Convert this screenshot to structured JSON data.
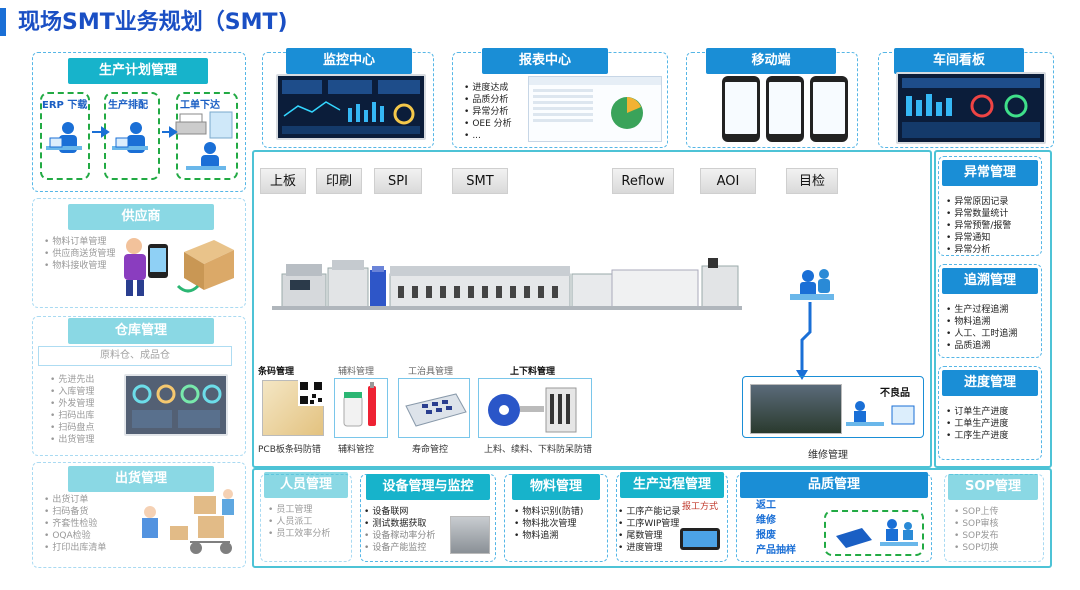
{
  "page": {
    "title": "现场SMT业务规划（SMT)"
  },
  "left_column": {
    "production_plan": {
      "header": "生产计划管理",
      "steps": [
        "ERP 下载",
        "生产排配",
        "工单下达"
      ]
    },
    "supplier": {
      "header": "供应商",
      "items": [
        "物料订单管理",
        "供应商送货管理",
        "物料接收管理"
      ]
    },
    "warehouse": {
      "header": "仓库管理",
      "subbox": "原料仓、成品仓",
      "items": [
        "先进先出",
        "入库管理",
        "外发管理",
        "扫码出库",
        "扫码盘点",
        "出货管理"
      ]
    },
    "shipping": {
      "header": "出货管理",
      "items": [
        "出货订单",
        "扫码备货",
        "齐套性检验",
        "OQA检验",
        "打印出库清单"
      ]
    }
  },
  "top_row": {
    "monitor": {
      "header": "监控中心"
    },
    "report": {
      "header": "报表中心",
      "items": [
        "进度达成",
        "品质分析",
        "异常分析",
        "OEE 分析",
        "..."
      ]
    },
    "mobile": {
      "header": "移动端"
    },
    "board": {
      "header": "车间看板"
    }
  },
  "line": {
    "stations": [
      "上板",
      "印刷",
      "SPI",
      "SMT",
      "Reflow",
      "AOI",
      "目检"
    ],
    "defect_label": "不良品",
    "repair_label": "维修管理"
  },
  "modules": {
    "barcode": {
      "title": "条码管理",
      "caption": "PCB板条码防错"
    },
    "auxiliary": {
      "title": "辅料管理",
      "caption": "辅料管控"
    },
    "fixture": {
      "title": "工治具管理",
      "caption": "寿命管控"
    },
    "loading": {
      "title": "上下料管理",
      "caption": "上料、续料、下料防呆防错"
    }
  },
  "right_column": {
    "exception": {
      "header": "异常管理",
      "items": [
        "异常原因记录",
        "异常数量统计",
        "异常预警/报警",
        "异常通知",
        "异常分析"
      ]
    },
    "trace": {
      "header": "追溯管理",
      "items": [
        "生产过程追溯",
        "物料追溯",
        "人工、工时追溯",
        "品质追溯"
      ]
    },
    "progress": {
      "header": "进度管理",
      "items": [
        "订单生产进度",
        "工单生产进度",
        "工序生产进度"
      ]
    }
  },
  "bottom_row": {
    "personnel": {
      "header": "人员管理",
      "items": [
        "员工管理",
        "人员派工",
        "员工效率分析"
      ]
    },
    "equipment": {
      "header": "设备管理与监控",
      "items": [
        "设备联网",
        "测试数据获取",
        "设备稼动率分析",
        "设备产能监控"
      ]
    },
    "material": {
      "header": "物料管理",
      "items": [
        "物料识别(防错)",
        "物料批次管理",
        "物料追溯"
      ]
    },
    "process": {
      "header": "生产过程管理",
      "items": [
        "工序产能记录",
        "工序WIP管理",
        "尾数管理",
        "进度管理"
      ],
      "side_note": "报工方式"
    },
    "quality": {
      "header": "品质管理",
      "items": [
        "返工",
        "维修",
        "报废",
        "产品抽样"
      ]
    },
    "sop": {
      "header": "SOP管理",
      "items": [
        "SOP上传",
        "SOP审核",
        "SOP发布",
        "SOP切换"
      ]
    }
  },
  "colors": {
    "header_teal": "#17b3cb",
    "header_blue": "#1a8ed6",
    "dashed_border": "#55b6e6",
    "title_blue": "#1a4fc4"
  }
}
